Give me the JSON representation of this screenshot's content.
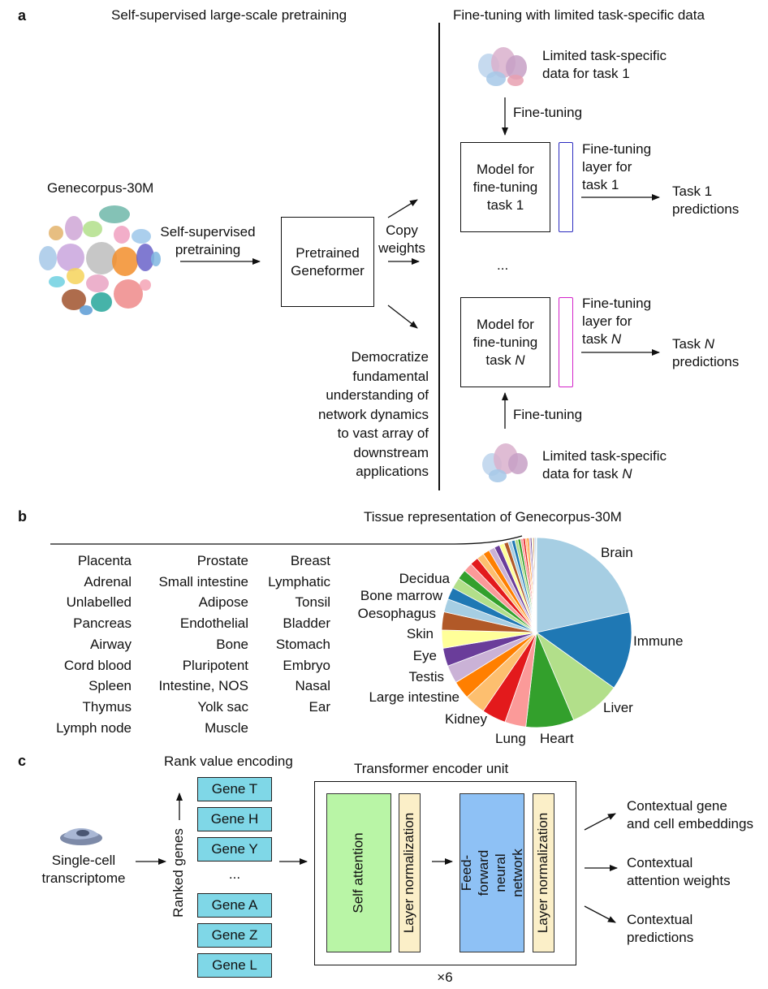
{
  "panel_a": {
    "letter": "a",
    "title_left": "Self-supervised large-scale pretraining",
    "title_right": "Fine-tuning with limited task-specific data",
    "corpus_label": "Genecorpus-30M",
    "ssp_label": "Self-supervised\npretraining",
    "pretrained_label": "Pretrained\nGeneformer",
    "copy_weights_label": "Copy\nweights",
    "democratize_text": "Democratize\nfundamental\nunderstanding of\nnetwork dynamics\nto vast array of\ndownstream\napplications",
    "limited_data_1": "Limited task-specific\ndata for task 1",
    "fine_tuning_top": "Fine-tuning",
    "model_1": "Model for\nfine-tuning\ntask 1",
    "ft_layer_1": "Fine-tuning\nlayer for\ntask 1",
    "task1_pred": "Task 1\npredictions",
    "ellipsis": "...",
    "model_n": "Model for\nfine-tuning\ntask N",
    "ft_layer_n": "Fine-tuning\nlayer for\ntask N",
    "taskn_pred": "Task N\npredictions",
    "fine_tuning_bottom": "Fine-tuning",
    "limited_data_n": "Limited task-specific\ndata for task N",
    "layer1_color": "#2b2bbf",
    "layerN_color": "#d323c9"
  },
  "panel_b": {
    "letter": "b",
    "title": "Tissue representation of Genecorpus-30M",
    "list_col1": [
      "Placenta",
      "Adrenal",
      "Unlabelled",
      "Pancreas",
      "Airway",
      "Cord blood",
      "Spleen",
      "Thymus",
      "Lymph node"
    ],
    "list_col2": [
      "Prostate",
      "Small intestine",
      "Adipose",
      "Endothelial",
      "Bone",
      "Pluripotent",
      "Intestine, NOS",
      "Yolk sac",
      "Muscle"
    ],
    "list_col3": [
      "Breast",
      "Lymphatic",
      "Tonsil",
      "Bladder",
      "Stomach",
      "Embryo",
      "Nasal",
      "Ear"
    ],
    "pie_labels": {
      "brain": "Brain",
      "immune": "Immune",
      "liver": "Liver",
      "heart": "Heart",
      "lung": "Lung",
      "kidney": "Kidney",
      "large_intestine": "Large intestine",
      "testis": "Testis",
      "eye": "Eye",
      "skin": "Skin",
      "oesophagus": "Oesophagus",
      "bone_marrow": "Bone marrow",
      "decidua": "Decidua"
    }
  },
  "chart_data": {
    "type": "pie",
    "title": "Tissue representation of Genecorpus-30M",
    "slices": [
      {
        "name": "Brain",
        "value": 21.0,
        "color": "#a6cee3"
      },
      {
        "name": "Immune",
        "value": 13.0,
        "color": "#1f78b4"
      },
      {
        "name": "Liver",
        "value": 8.5,
        "color": "#b2df8a"
      },
      {
        "name": "Heart",
        "value": 8.0,
        "color": "#33a02c"
      },
      {
        "name": "Lung",
        "value": 3.5,
        "color": "#fb9a99"
      },
      {
        "name": "Kidney",
        "value": 4.0,
        "color": "#e31a1c"
      },
      {
        "name": "Large intestine",
        "value": 3.5,
        "color": "#fdbf6f"
      },
      {
        "name": "Testis",
        "value": 3.0,
        "color": "#ff7f00"
      },
      {
        "name": "Eye",
        "value": 3.0,
        "color": "#cab2d6"
      },
      {
        "name": "Skin",
        "value": 3.0,
        "color": "#6a3d9a"
      },
      {
        "name": "Oesophagus",
        "value": 3.0,
        "color": "#ffff99"
      },
      {
        "name": "Bone marrow",
        "value": 3.0,
        "color": "#b15928"
      },
      {
        "name": "Decidua",
        "value": 2.2,
        "color": "#a6cee3"
      },
      {
        "name": "Placenta",
        "value": 2.0,
        "color": "#1f78b4"
      },
      {
        "name": "Adrenal",
        "value": 1.8,
        "color": "#b2df8a"
      },
      {
        "name": "Unlabelled",
        "value": 1.6,
        "color": "#33a02c"
      },
      {
        "name": "Pancreas",
        "value": 1.5,
        "color": "#fb9a99"
      },
      {
        "name": "Airway",
        "value": 1.4,
        "color": "#e31a1c"
      },
      {
        "name": "Cord blood",
        "value": 1.2,
        "color": "#fdbf6f"
      },
      {
        "name": "Spleen",
        "value": 1.1,
        "color": "#ff7f00"
      },
      {
        "name": "Thymus",
        "value": 1.0,
        "color": "#cab2d6"
      },
      {
        "name": "Lymph node",
        "value": 0.9,
        "color": "#6a3d9a"
      },
      {
        "name": "Prostate",
        "value": 0.8,
        "color": "#ffff99"
      },
      {
        "name": "Small intestine",
        "value": 0.7,
        "color": "#b15928"
      },
      {
        "name": "Adipose",
        "value": 0.6,
        "color": "#a6cee3"
      },
      {
        "name": "Endothelial",
        "value": 0.55,
        "color": "#1f78b4"
      },
      {
        "name": "Bone",
        "value": 0.5,
        "color": "#b2df8a"
      },
      {
        "name": "Pluripotent",
        "value": 0.45,
        "color": "#33a02c"
      },
      {
        "name": "Intestine, NOS",
        "value": 0.4,
        "color": "#fb9a99"
      },
      {
        "name": "Yolk sac",
        "value": 0.35,
        "color": "#e31a1c"
      },
      {
        "name": "Muscle",
        "value": 0.3,
        "color": "#fdbf6f"
      },
      {
        "name": "Breast",
        "value": 0.3,
        "color": "#ff7f00"
      },
      {
        "name": "Lymphatic",
        "value": 0.25,
        "color": "#cab2d6"
      },
      {
        "name": "Tonsil",
        "value": 0.25,
        "color": "#6a3d9a"
      },
      {
        "name": "Bladder",
        "value": 0.2,
        "color": "#ffff99"
      },
      {
        "name": "Stomach",
        "value": 0.2,
        "color": "#b15928"
      },
      {
        "name": "Embryo",
        "value": 0.15,
        "color": "#a6cee3"
      },
      {
        "name": "Nasal",
        "value": 0.15,
        "color": "#1f78b4"
      },
      {
        "name": "Ear",
        "value": 0.1,
        "color": "#b2df8a"
      }
    ]
  },
  "panel_c": {
    "letter": "c",
    "rank_title": "Rank value encoding",
    "ranked_genes": "Ranked genes",
    "genes_top": [
      "Gene T",
      "Gene H",
      "Gene Y"
    ],
    "gene_ellipsis": "...",
    "genes_bottom": [
      "Gene A",
      "Gene Z",
      "Gene L"
    ],
    "single_cell": "Single-cell\ntranscriptome",
    "transformer_title": "Transformer encoder unit",
    "self_attention": "Self attention",
    "layer_norm": "Layer normalization",
    "ffnn": "Feed-forward\nneural network",
    "repeat": "×6",
    "out1": "Contextual gene\nand cell embeddings",
    "out2": "Contextual\nattention weights",
    "out3": "Contextual\npredictions",
    "colors": {
      "gene": "#7fd7e7",
      "self_attention": "#b9f5a6",
      "layer_norm": "#fbefc8",
      "ffnn": "#8ec1f5"
    }
  }
}
